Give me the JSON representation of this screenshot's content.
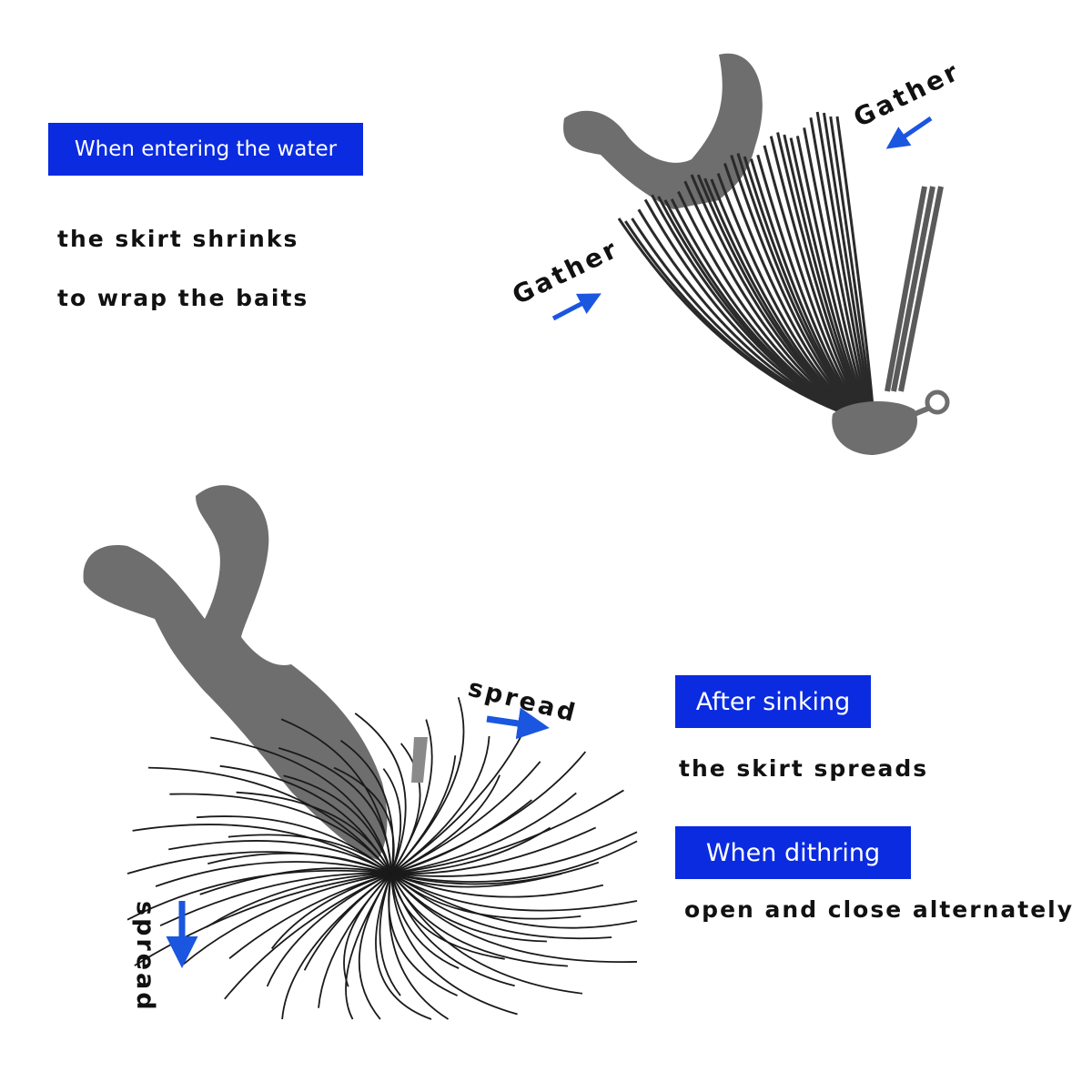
{
  "top": {
    "tag": "When entering the water",
    "line1": "the skirt shrinks",
    "line2": "to wrap the baits",
    "label_gather_right": "Gather",
    "label_gather_left": "Gather"
  },
  "bottom": {
    "tag1": "After sinking",
    "line1": "the skirt spreads",
    "tag2": "When dithring",
    "line2": "open and close alternately",
    "label_spread_right": "spread",
    "label_spread_down": "spread"
  },
  "colors": {
    "tag_bg": "#0a2be0",
    "arrow": "#1a56e0",
    "bait": "#6e6e6e",
    "strands": "#2a2a2a"
  }
}
